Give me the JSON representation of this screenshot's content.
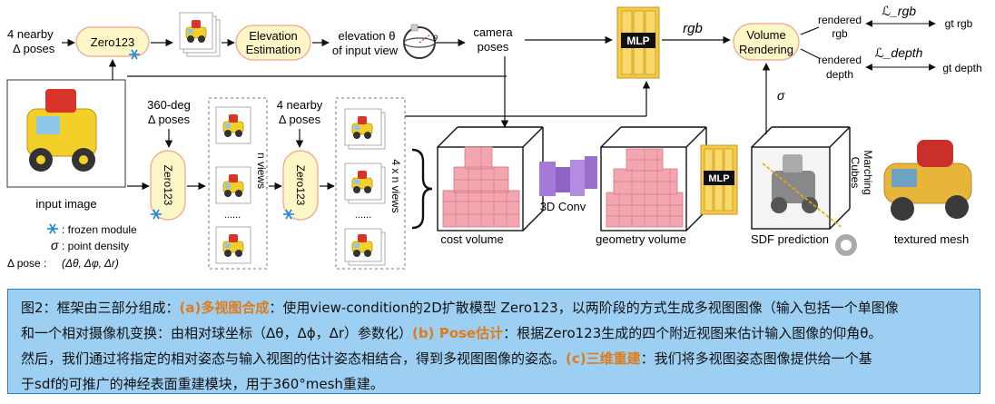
{
  "figure": {
    "labels": {
      "nearby_poses_top": [
        "4 nearby",
        "Δ poses"
      ],
      "zero123_top": "Zero123",
      "elevation_estimation": [
        "Elevation",
        "Estimation"
      ],
      "elevation_of_input": [
        "elevation θ",
        "of input view"
      ],
      "theta_small": "θ",
      "camera_poses": [
        "camera",
        "poses"
      ],
      "mlp_top": "MLP",
      "rgb": "rgb",
      "volume_rendering": [
        "Volume",
        "Rendering"
      ],
      "rendered_rgb": [
        "rendered",
        "rgb"
      ],
      "loss_rgb": "ℒ_rgb",
      "gt_rgb": "gt rgb",
      "rendered_depth": [
        "rendered",
        "depth"
      ],
      "loss_depth": "ℒ_depth",
      "gt_depth": "gt depth",
      "sigma": "σ",
      "input_image": "input image",
      "deg_poses": [
        "360-deg",
        "Δ poses"
      ],
      "zero123_left": "Zero123",
      "n_views": "n views",
      "nearby_poses_mid": [
        "4 nearby",
        "Δ poses"
      ],
      "zero123_mid": "Zero123",
      "four_n_views": "4 x n views",
      "dots": "......",
      "cost_volume": "cost volume",
      "conv3d": "3D Conv",
      "geometry_volume": "geometry volume",
      "mlp_bottom": "MLP",
      "sdf_prediction": "SDF prediction",
      "marching_cubes": [
        "Marching",
        "Cubes"
      ],
      "textured_mesh": "textured mesh"
    },
    "legend": {
      "frozen": ": frozen module",
      "density": ": point density",
      "pose_prefix": "Δ pose : ",
      "pose_value": "(Δθ, Δφ, Δr)"
    }
  },
  "caption": {
    "lines": [
      [
        {
          "t": "图2：框架由三部分组成：",
          "hl": false
        },
        {
          "t": "(a)多视图合成",
          "hl": true
        },
        {
          "t": "：使用view-condition的2D扩散模型 Zero123，以两阶段的方式生成多视图图像（输入包括一个单图像",
          "hl": false
        }
      ],
      [
        {
          "t": "和一个相对摄像机变换：由相对球坐标（Δθ，Δϕ，Δr）参数化）",
          "hl": false
        },
        {
          "t": "(b) Pose估计",
          "hl": true
        },
        {
          "t": "：根据Zero123生成的四个附近视图来估计输入图像的仰角θ。",
          "hl": false
        }
      ],
      [
        {
          "t": "然后，我们通过将指定的相对姿态与输入视图的估计姿态相结合，得到多视图图像的姿态。",
          "hl": false
        },
        {
          "t": "(c)三维重建",
          "hl": true
        },
        {
          "t": "：我们将多视图姿态图像提供给一个基",
          "hl": false
        }
      ],
      [
        {
          "t": "于sdf的可推广的神经表面重建模块，用于360°mesh重建。",
          "hl": false
        }
      ]
    ]
  },
  "colors": {
    "module_fill": "#fdf7c8",
    "module_stroke": "#f2a38a",
    "mlp_gold": "#f6c94a",
    "cube_pink": "#f4a6b0",
    "conv_purple": "#a57ad6",
    "caption_bg": "#9ccff2",
    "highlight": "#e07b1a",
    "frozen_blue": "#1e88e5"
  }
}
